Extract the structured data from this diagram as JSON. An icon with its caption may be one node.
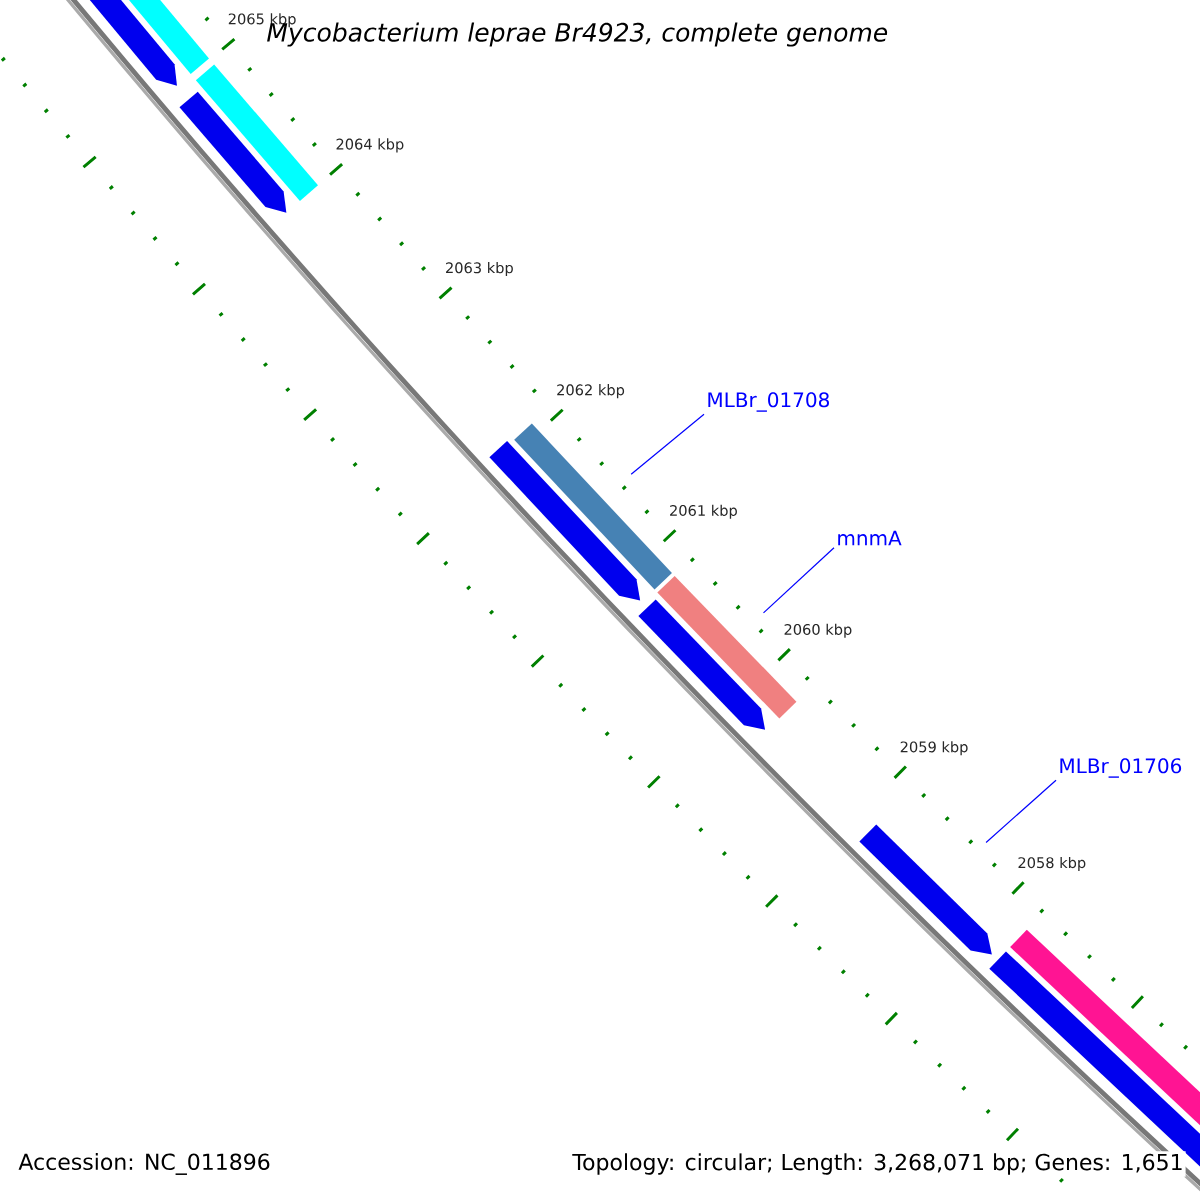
{
  "diagram": {
    "title": "Mycobacterium leprae Br4923, complete genome",
    "nodes": [
      {
        "text": [
          "MLBr_01708"
        ]
      },
      {
        "text": [
          "mnmA"
        ]
      },
      {
        "text": [
          "MLBr_01706"
        ]
      },
      {
        "text": [],
        "shape": "bar"
      },
      {
        "text": [],
        "shape": "bar"
      },
      {
        "text": [],
        "shape": "bar"
      }
    ],
    "edges": [
      {
        "from": 0,
        "to": 3,
        "arrow": "none"
      },
      {
        "from": 1,
        "to": 4,
        "arrow": "none"
      },
      {
        "from": 2,
        "to": 5,
        "arrow": "none"
      }
    ],
    "labels": [
      "2065 kbp",
      "2064 kbp",
      "2063 kbp",
      "2062 kbp",
      "2061 kbp",
      "2060 kbp",
      "2059 kbp",
      "2058 kbp",
      "Accession: NC_011896",
      "Topology: circular; Length: 3,268,071 bp; Genes: 1,651"
    ]
  }
}
